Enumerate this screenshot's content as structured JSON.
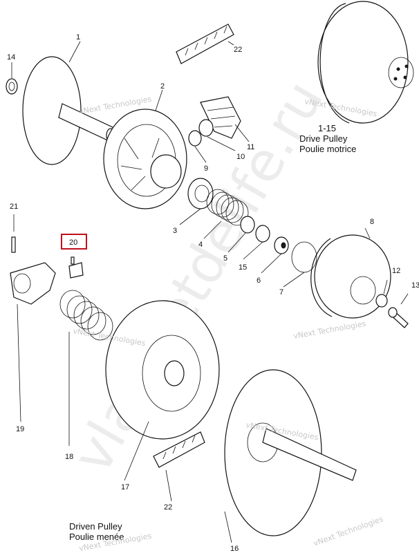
{
  "captions": {
    "drive_ref": "1-15",
    "drive_en": "Drive Pulley",
    "drive_fr": "Poulie motrice",
    "driven_en": "Driven Pulley",
    "driven_fr": "Poulie menée"
  },
  "watermarks": {
    "vendor": "vNext Technologies",
    "big": "vlastnetdelife.ru"
  },
  "highlighted_part": "20",
  "highlight_color": "#c0101c",
  "parts": {
    "p1": "1",
    "p2": "2",
    "p3": "3",
    "p4": "4",
    "p5": "5",
    "p6": "6",
    "p7": "7",
    "p8": "8",
    "p9": "9",
    "p10": "10",
    "p11": "11",
    "p12": "12",
    "p13": "13",
    "p14": "14",
    "p15": "15",
    "p16": "16",
    "p17": "17",
    "p18": "18",
    "p19": "19",
    "p20": "20",
    "p21": "21",
    "p22a": "22",
    "p22b": "22"
  }
}
